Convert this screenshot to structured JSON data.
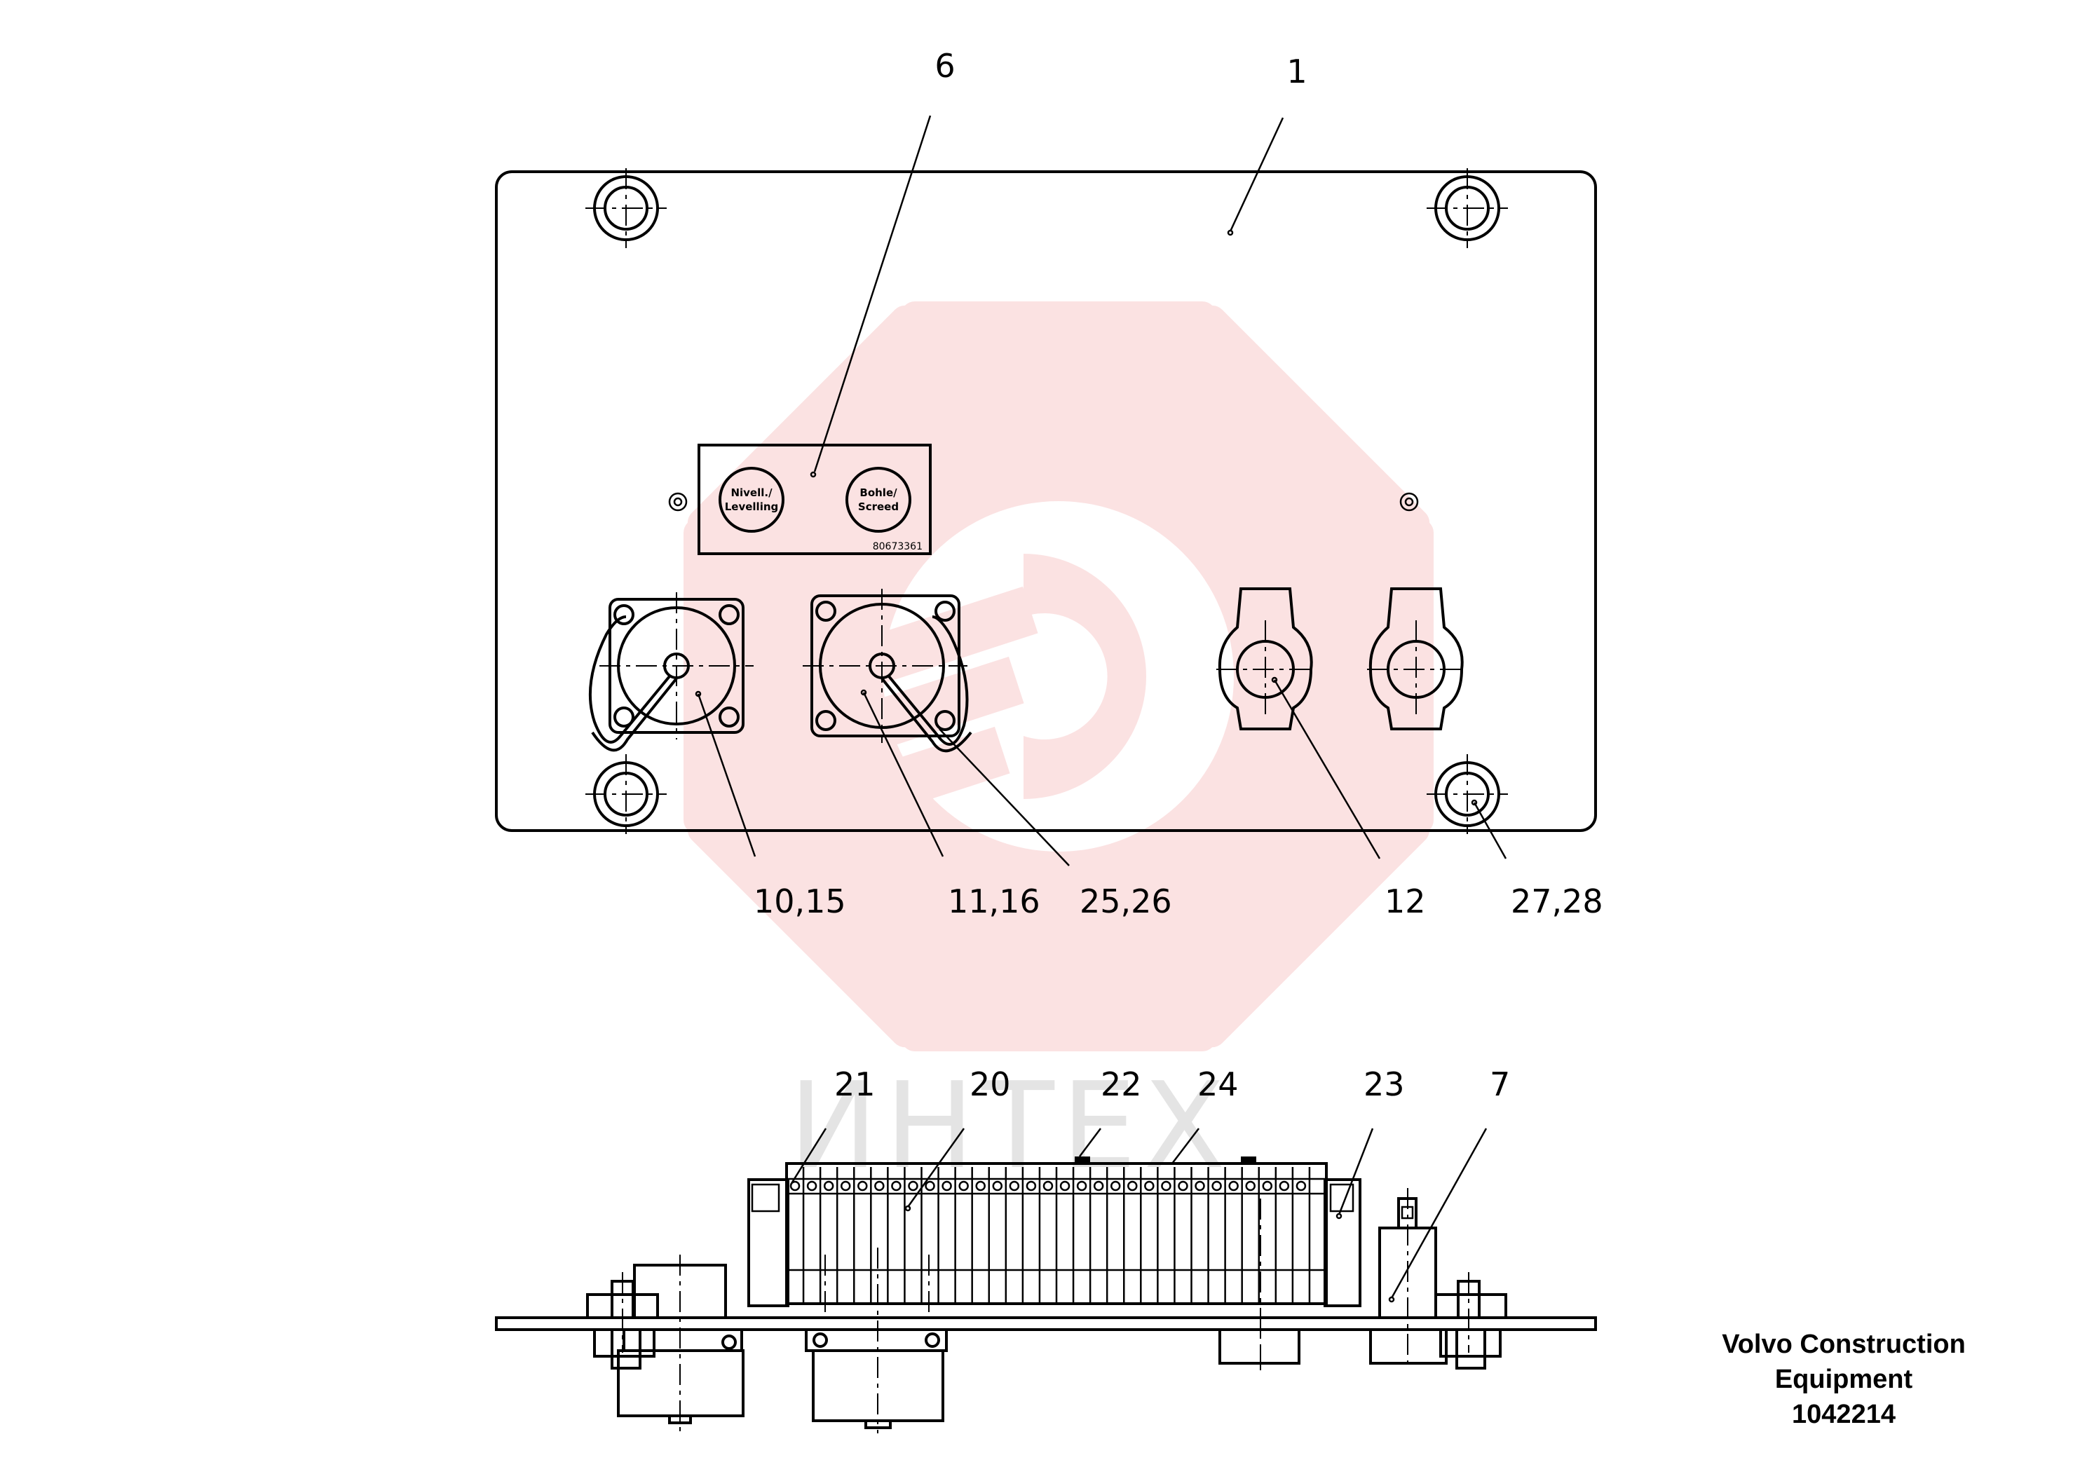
{
  "callouts": {
    "c1": "1",
    "c6": "6",
    "c10_15": "10,15",
    "c11_16": "11,16",
    "c25_26": "25,26",
    "c12": "12",
    "c27_28": "27,28",
    "c21": "21",
    "c20": "20",
    "c22": "22",
    "c24": "24",
    "c23": "23",
    "c7": "7"
  },
  "label_plate": {
    "button_left_line1": "Nivell./",
    "button_left_line2": "Levelling",
    "button_right_line1": "Bohle/",
    "button_right_line2": "Screed",
    "part_number": "80673361"
  },
  "watermark": {
    "text": "ИНТЕХ",
    "color": "#e8262b"
  },
  "caption": {
    "line1": "Volvo Construction",
    "line2": "Equipment",
    "line3": "1042214"
  }
}
